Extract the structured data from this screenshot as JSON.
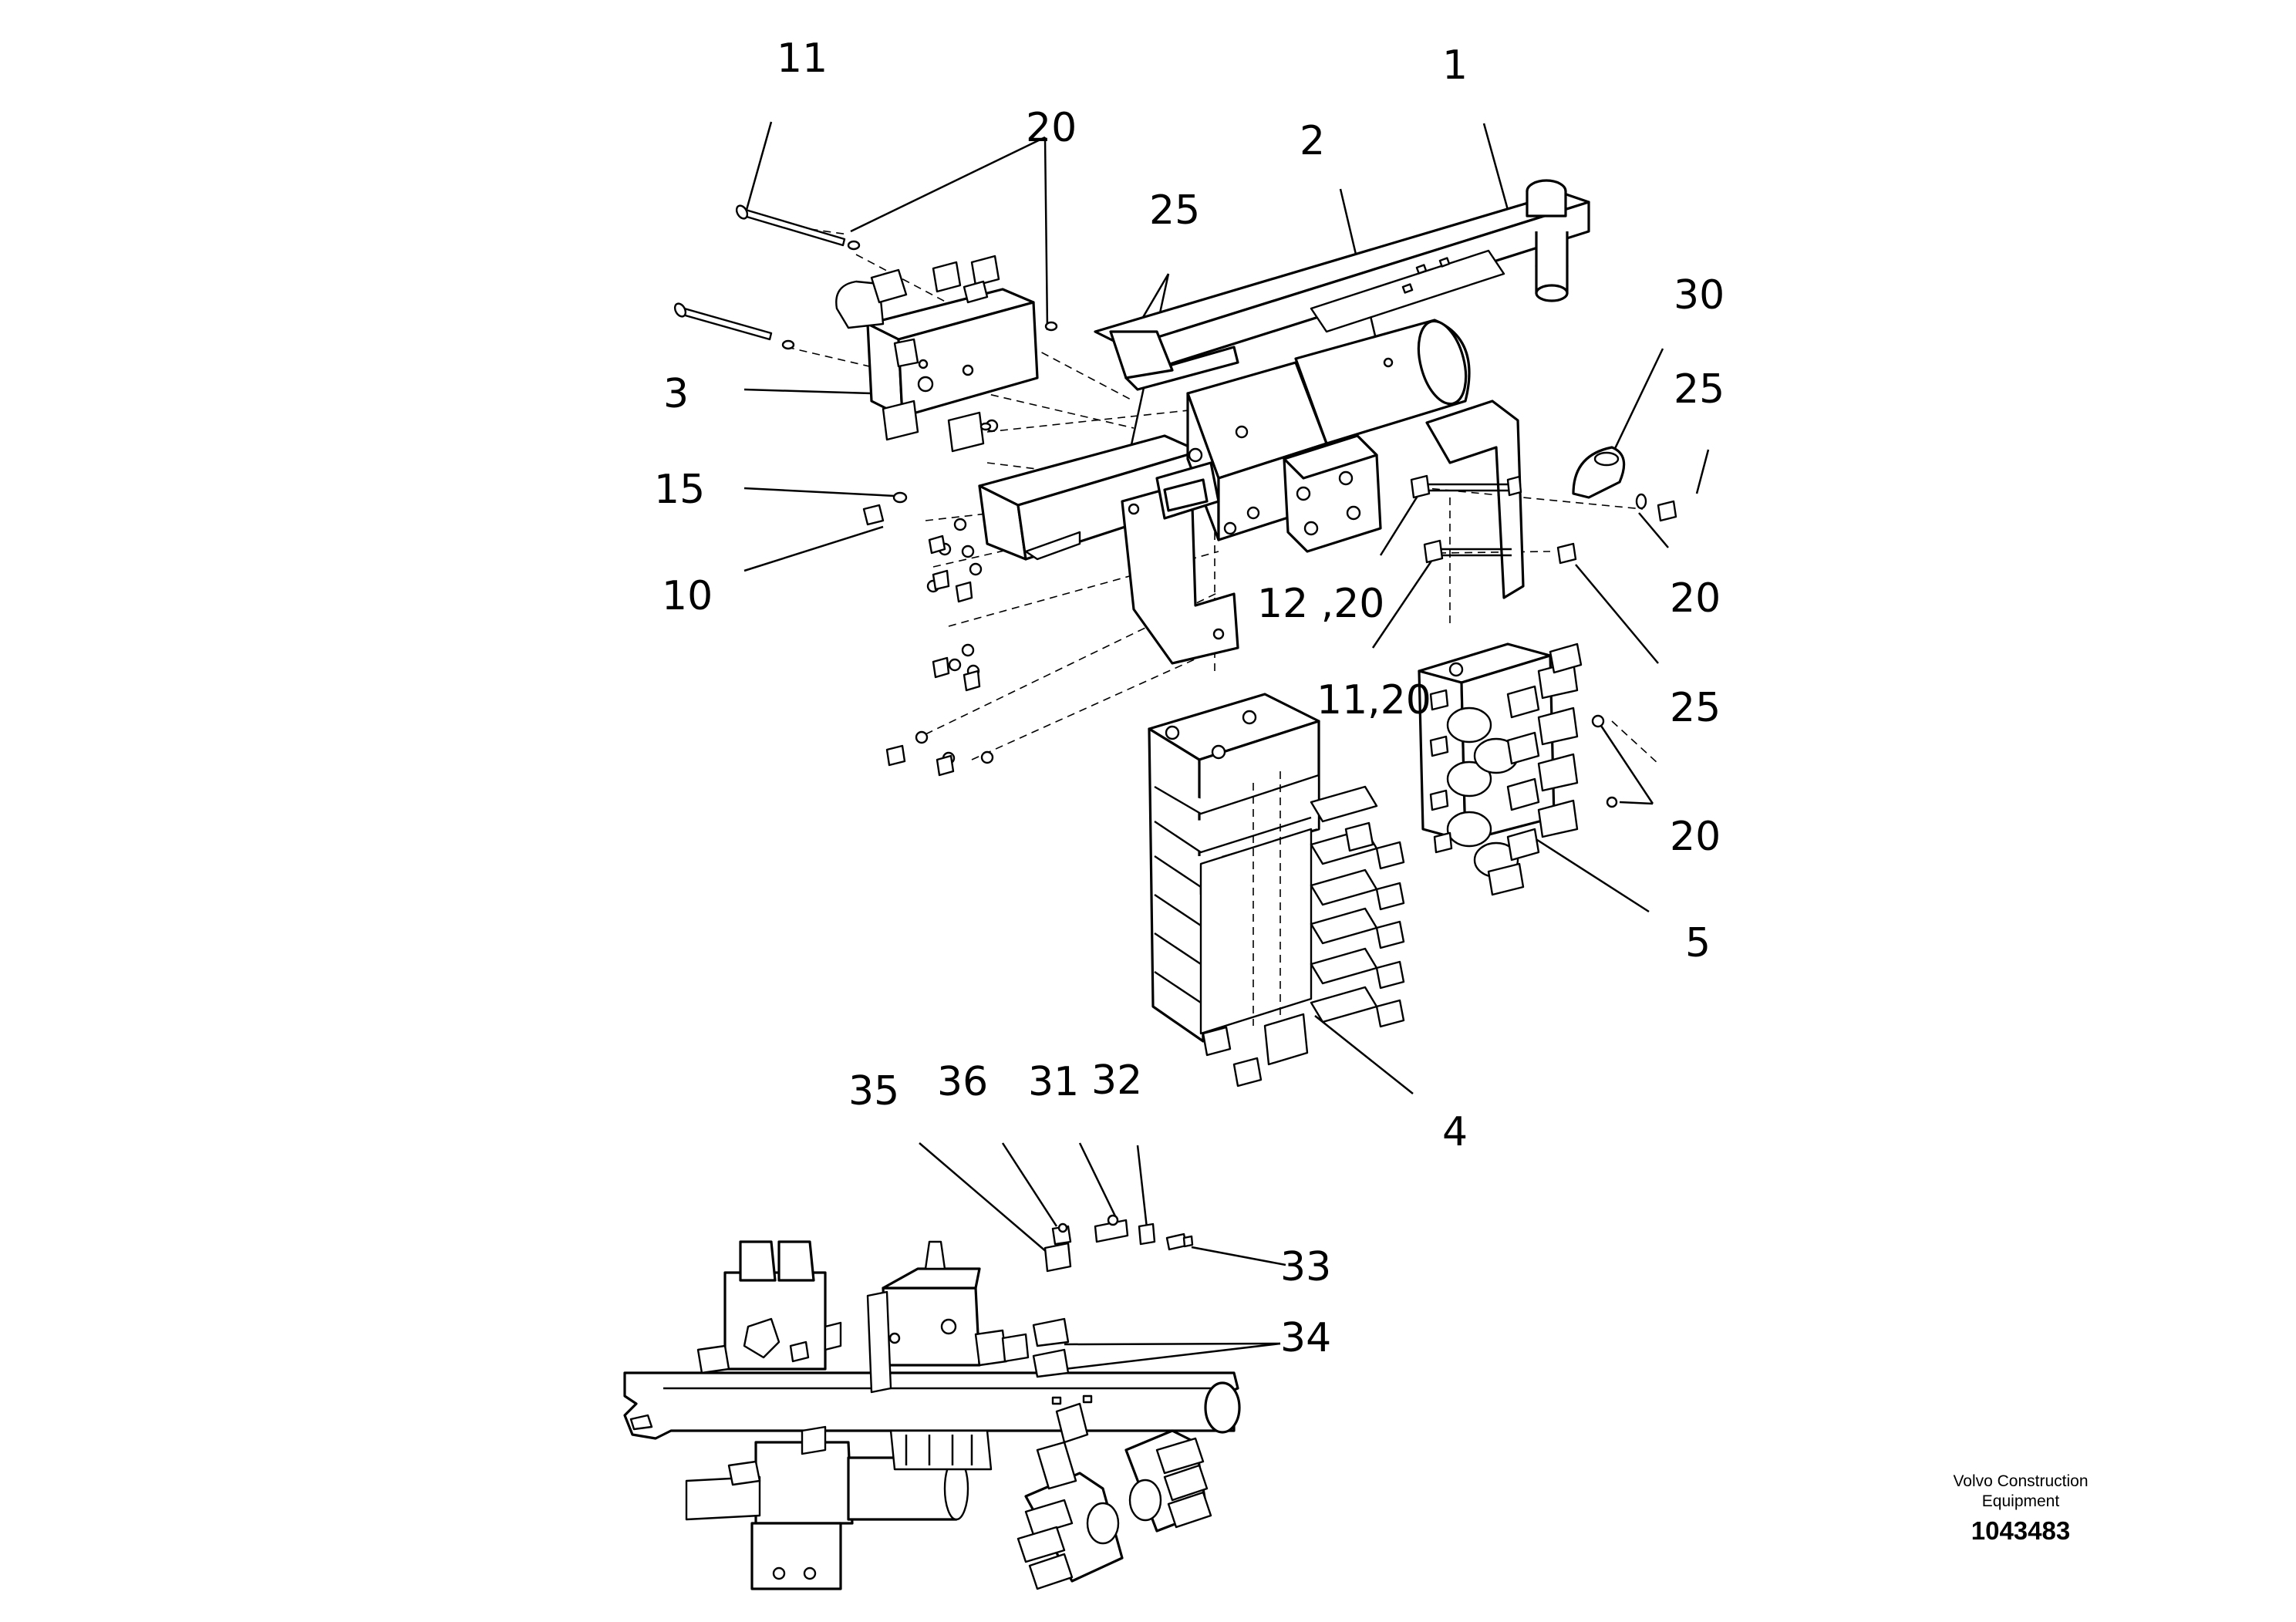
{
  "callouts": [
    "11",
    "20",
    "25",
    "2",
    "1",
    "30",
    "25",
    "3",
    "15",
    "10",
    "12 ,20",
    "20",
    "11,20",
    "25",
    "20",
    "5",
    "4",
    "35",
    "36",
    "31",
    "32",
    "33",
    "34"
  ],
  "footer": {
    "company_line1": "Volvo Construction",
    "company_line2": "Equipment",
    "drawing_number": "1043483"
  },
  "colors": {
    "ink": "#000000",
    "paper": "#ffffff"
  }
}
